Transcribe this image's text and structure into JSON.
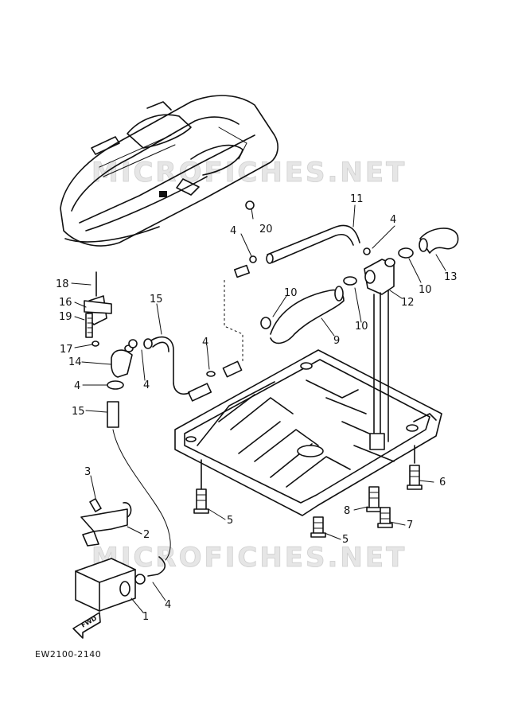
{
  "watermark": "MICROFICHES.NET",
  "diagram_code": "EW2100-2140",
  "fwd_label": "FWD",
  "callouts": {
    "c1": "1",
    "c2": "2",
    "c3": "3",
    "c4a": "4",
    "c4b": "4",
    "c4c": "4",
    "c4d": "4",
    "c4e": "4",
    "c4f": "4",
    "c5a": "5",
    "c5b": "5",
    "c6": "6",
    "c7": "7",
    "c8": "8",
    "c9": "9",
    "c10a": "10",
    "c10b": "10",
    "c10c": "10",
    "c11": "11",
    "c12": "12",
    "c13": "13",
    "c14": "14",
    "c15a": "15",
    "c15b": "15",
    "c16": "16",
    "c17": "17",
    "c18": "18",
    "c19": "19",
    "c20": "20"
  }
}
